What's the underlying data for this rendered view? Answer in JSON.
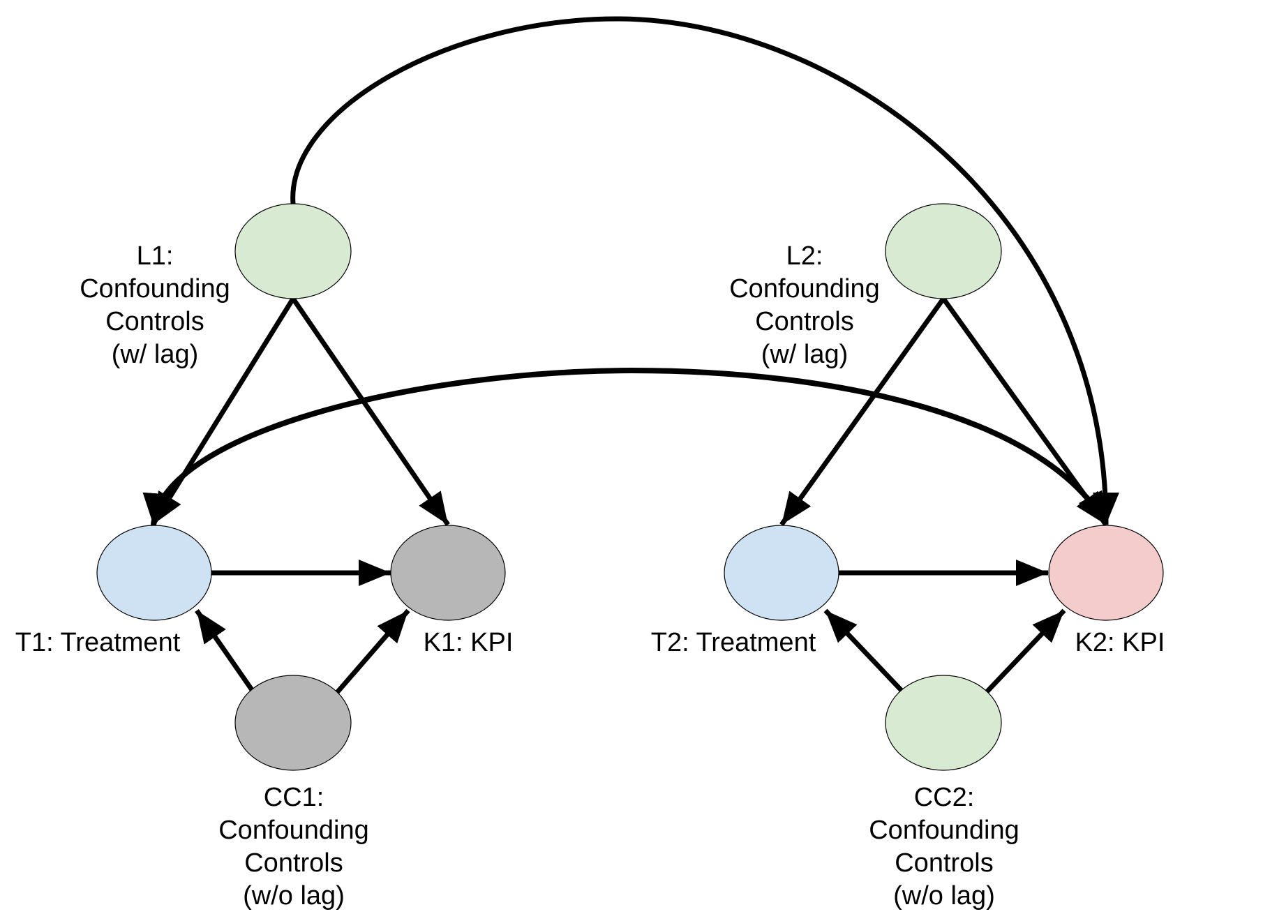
{
  "diagram": {
    "type": "causal-dag",
    "colors": {
      "lagged_control": "#d9ead3",
      "treatment": "#cfe2f3",
      "kpi_observed": "#b7b7b7",
      "kpi_target": "#f4cccc",
      "control_unobserved": "#b7b7b7",
      "control_green": "#d9ead3",
      "edge": "#000000"
    },
    "nodes": {
      "L1": {
        "id": "L1",
        "lines": [
          "L1:",
          "Confounding",
          "Controls",
          "(w/ lag)"
        ],
        "fill": "#d9ead3"
      },
      "L2": {
        "id": "L2",
        "lines": [
          "L2:",
          "Confounding",
          "Controls",
          "(w/ lag)"
        ],
        "fill": "#d9ead3"
      },
      "T1": {
        "id": "T1",
        "lines": [
          "T1: Treatment"
        ],
        "fill": "#cfe2f3"
      },
      "K1": {
        "id": "K1",
        "lines": [
          "K1: KPI"
        ],
        "fill": "#b7b7b7"
      },
      "T2": {
        "id": "T2",
        "lines": [
          "T2: Treatment"
        ],
        "fill": "#cfe2f3"
      },
      "K2": {
        "id": "K2",
        "lines": [
          "K2: KPI"
        ],
        "fill": "#f4cccc"
      },
      "CC1": {
        "id": "CC1",
        "lines": [
          "CC1:",
          "Confounding",
          "Controls",
          "(w/o lag)"
        ],
        "fill": "#b7b7b7"
      },
      "CC2": {
        "id": "CC2",
        "lines": [
          "CC2:",
          "Confounding",
          "Controls",
          "(w/o lag)"
        ],
        "fill": "#d9ead3"
      }
    },
    "edges": [
      {
        "from": "L1",
        "to": "T1",
        "style": "straight"
      },
      {
        "from": "L1",
        "to": "K1",
        "style": "straight"
      },
      {
        "from": "L2",
        "to": "T2",
        "style": "straight"
      },
      {
        "from": "L2",
        "to": "K2",
        "style": "straight"
      },
      {
        "from": "T1",
        "to": "K1",
        "style": "straight"
      },
      {
        "from": "T2",
        "to": "K2",
        "style": "straight"
      },
      {
        "from": "CC1",
        "to": "T1",
        "style": "straight"
      },
      {
        "from": "CC1",
        "to": "K1",
        "style": "straight"
      },
      {
        "from": "CC2",
        "to": "T2",
        "style": "straight"
      },
      {
        "from": "CC2",
        "to": "K2",
        "style": "straight"
      },
      {
        "from": "L1",
        "to": "K2",
        "style": "curved-top"
      },
      {
        "from": "T1",
        "to": "K2",
        "style": "curved-bidirectional"
      }
    ]
  }
}
